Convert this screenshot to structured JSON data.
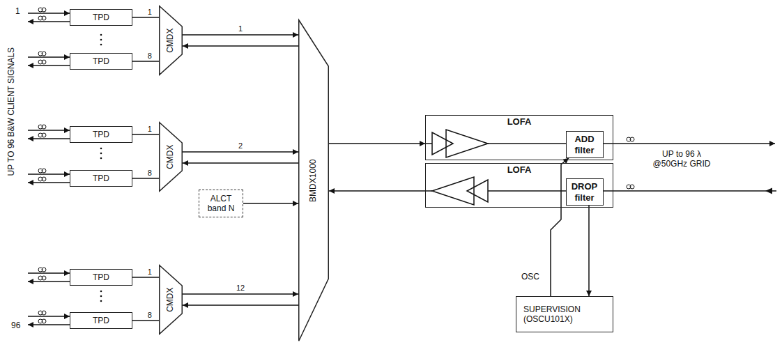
{
  "diagram": {
    "nodes": [
      {
        "text": [
          "TPD"
        ]
      },
      {
        "text": [
          "TPD"
        ]
      },
      {
        "text": [
          "CMDX"
        ]
      },
      {
        "text": [
          "TPD"
        ]
      },
      {
        "text": [
          "TPD"
        ]
      },
      {
        "text": [
          "CMDX"
        ]
      },
      {
        "text": [
          "ALCT band N"
        ]
      },
      {
        "text": [
          "TPD"
        ]
      },
      {
        "text": [
          "TPD"
        ]
      },
      {
        "text": [
          "CMDX"
        ]
      },
      {
        "text": [
          "BMDX1000"
        ]
      },
      {
        "text": [
          "LOFA"
        ]
      },
      {
        "text": [
          "ADD filter"
        ],
        "in": 11
      },
      {
        "text": [
          "LOFA"
        ]
      },
      {
        "text": [
          "DROP filter"
        ],
        "in": 13
      },
      {
        "text": [
          "SUPERVISION (OSCU101X)"
        ]
      }
    ],
    "edges": [
      {
        "from": 0,
        "to": 2,
        "arrow": "none",
        "label": "1"
      },
      {
        "from": 1,
        "to": 2,
        "arrow": "none",
        "label": "8"
      },
      {
        "from": 3,
        "to": 5,
        "arrow": "none",
        "label": "1"
      },
      {
        "from": 4,
        "to": 5,
        "arrow": "none",
        "label": "8"
      },
      {
        "from": 7,
        "to": 9,
        "arrow": "none",
        "label": "1"
      },
      {
        "from": 8,
        "to": 9,
        "arrow": "none",
        "label": "8"
      },
      {
        "from": 2,
        "to": 10,
        "arrow": "to",
        "label": "1"
      },
      {
        "from": 10,
        "to": 2,
        "arrow": "to"
      },
      {
        "from": 5,
        "to": 10,
        "arrow": "to",
        "label": "2"
      },
      {
        "from": 10,
        "to": 5,
        "arrow": "to"
      },
      {
        "from": 6,
        "to": 10,
        "arrow": "to"
      },
      {
        "from": 9,
        "to": 10,
        "arrow": "to",
        "label": "12"
      },
      {
        "from": 10,
        "to": 9,
        "arrow": "to"
      },
      {
        "from": 10,
        "to": 11,
        "arrow": "to"
      },
      {
        "from": 13,
        "to": 10,
        "arrow": "to"
      },
      {
        "from": 15,
        "to": 12,
        "arrow": "to"
      },
      {
        "from": 14,
        "to": 15,
        "arrow": "to"
      }
    ],
    "labels": [
      "UP TO 96 B&W CLIENT SIGNALS",
      "1",
      "96",
      "OSC",
      "UP to 96 λ @50GHz GRID"
    ]
  }
}
